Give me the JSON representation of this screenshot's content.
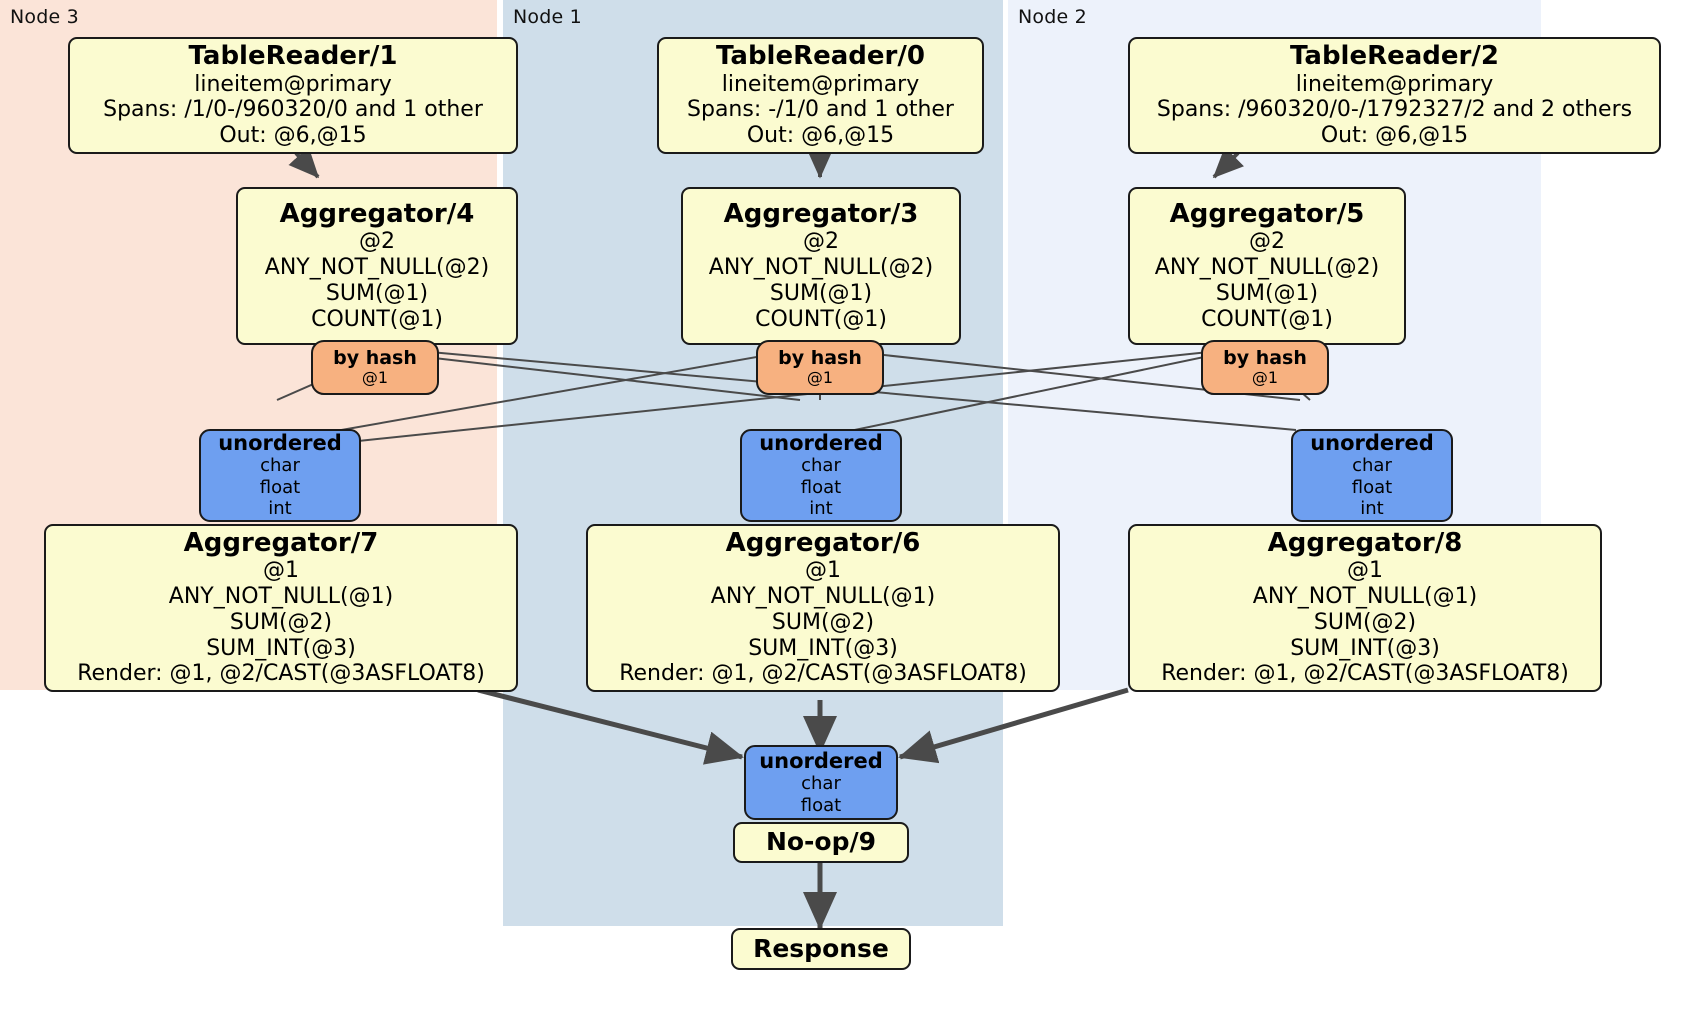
{
  "diagram": {
    "type": "distributed-query-plan",
    "colors": {
      "node3_panel": "#fbe4d8",
      "node1_panel": "#cfdeea",
      "node2_panel": "#edf2fb",
      "processor_box": "#fbfbd0",
      "router_by_hash": "#f7b180",
      "receiver_unordered": "#6e9ff0",
      "edge": "#4a4a4a",
      "border": "#1a1a1a"
    }
  },
  "panels": [
    {
      "label": "Node 3"
    },
    {
      "label": "Node 1"
    },
    {
      "label": "Node 2"
    }
  ],
  "table_readers": [
    {
      "title": "TableReader/1",
      "table": "lineitem@primary",
      "spans": "Spans: /1/0-/960320/0 and 1 other",
      "out": "Out: @6,@15"
    },
    {
      "title": "TableReader/0",
      "table": "lineitem@primary",
      "spans": "Spans: -/1/0 and 1 other",
      "out": "Out: @6,@15"
    },
    {
      "title": "TableReader/2",
      "table": "lineitem@primary",
      "spans": "Spans: /960320/0-/1792327/2 and 2 others",
      "out": "Out: @6,@15"
    }
  ],
  "aggregators_stage1": [
    {
      "title": "Aggregator/4",
      "group": "@2",
      "aggs": [
        "ANY_NOT_NULL(@2)",
        "SUM(@1)",
        "COUNT(@1)"
      ]
    },
    {
      "title": "Aggregator/3",
      "group": "@2",
      "aggs": [
        "ANY_NOT_NULL(@2)",
        "SUM(@1)",
        "COUNT(@1)"
      ]
    },
    {
      "title": "Aggregator/5",
      "group": "@2",
      "aggs": [
        "ANY_NOT_NULL(@2)",
        "SUM(@1)",
        "COUNT(@1)"
      ]
    }
  ],
  "routers": [
    {
      "title": "by hash",
      "column": "@1"
    },
    {
      "title": "by hash",
      "column": "@1"
    },
    {
      "title": "by hash",
      "column": "@1"
    }
  ],
  "receivers_mid": [
    {
      "title": "unordered",
      "types": [
        "char",
        "float",
        "int"
      ]
    },
    {
      "title": "unordered",
      "types": [
        "char",
        "float",
        "int"
      ]
    },
    {
      "title": "unordered",
      "types": [
        "char",
        "float",
        "int"
      ]
    }
  ],
  "aggregators_stage2": [
    {
      "title": "Aggregator/7",
      "group": "@1",
      "aggs": [
        "ANY_NOT_NULL(@1)",
        "SUM(@2)",
        "SUM_INT(@3)"
      ],
      "render": "Render: @1, @2/CAST(@3ASFLOAT8)"
    },
    {
      "title": "Aggregator/6",
      "group": "@1",
      "aggs": [
        "ANY_NOT_NULL(@1)",
        "SUM(@2)",
        "SUM_INT(@3)"
      ],
      "render": "Render: @1, @2/CAST(@3ASFLOAT8)"
    },
    {
      "title": "Aggregator/8",
      "group": "@1",
      "aggs": [
        "ANY_NOT_NULL(@1)",
        "SUM(@2)",
        "SUM_INT(@3)"
      ],
      "render": "Render: @1, @2/CAST(@3ASFLOAT8)"
    }
  ],
  "final_receiver": {
    "title": "unordered",
    "types": [
      "char",
      "float"
    ]
  },
  "noop": {
    "title": "No-op/9"
  },
  "response": {
    "title": "Response"
  }
}
